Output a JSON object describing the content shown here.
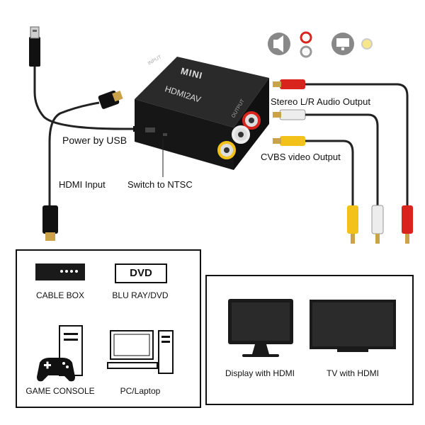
{
  "device": {
    "name": "HDMI2AV",
    "badge": "MINI",
    "port_input": "INPUT",
    "port_output": "OUTPUT"
  },
  "callouts": {
    "audio_output": "Stereo L/R Audio Output",
    "video_output": "CVBS video Output",
    "power": "Power by USB",
    "hdmi_input": "HDMI Input",
    "switch": "Switch to NTSC"
  },
  "sources": {
    "cable_box": "CABLE BOX",
    "dvd_icon_text": "DVD",
    "blu_ray": "BLU RAY/DVD",
    "game_console": "GAME CONSOLE",
    "pc": "PC/Laptop"
  },
  "displays": {
    "monitor": "Display with HDMI",
    "tv": "TV with HDMI"
  },
  "colors": {
    "red_plug": "#d8241c",
    "white_plug": "#ededed",
    "yellow_plug": "#f2c21a",
    "device_body": "#1c1c1c",
    "gold_tip": "#c9a24a"
  },
  "icons": [
    "usb-plug-icon",
    "hdmi-plug-icon",
    "speaker-icon",
    "monitor-icon",
    "gamepad-icon",
    "tower-pc-icon"
  ]
}
